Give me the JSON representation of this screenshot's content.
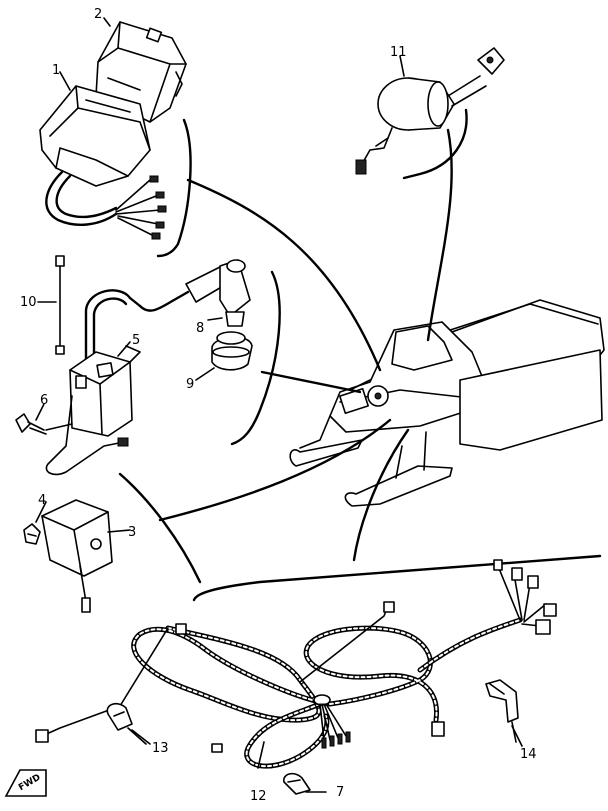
{
  "callouts": {
    "c1": "1",
    "c2": "2",
    "c3": "3",
    "c4": "4",
    "c5": "5",
    "c6": "6",
    "c7": "7",
    "c8": "8",
    "c9": "9",
    "c10": "10",
    "c11": "11",
    "c12": "12",
    "c13": "13",
    "c14": "14"
  },
  "fwd_marker": "FWD"
}
